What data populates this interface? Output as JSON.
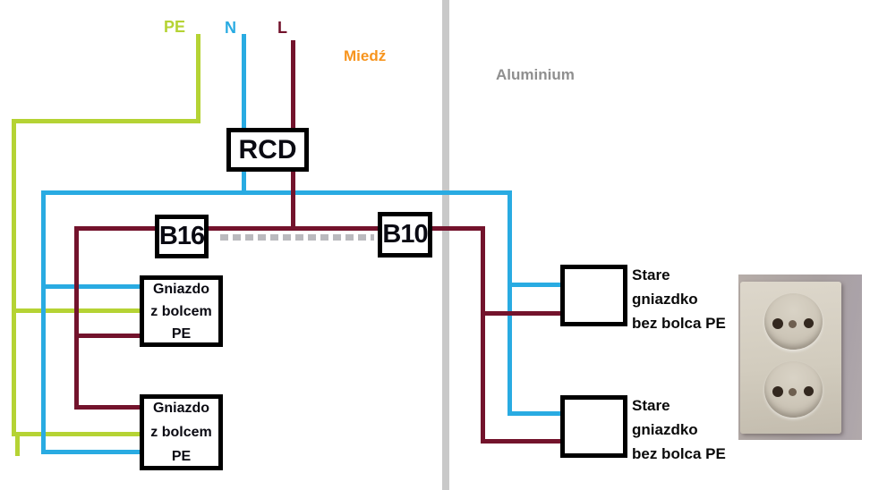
{
  "labels": {
    "pe": "PE",
    "n": "N",
    "l": "L",
    "miedz": "Miedź",
    "aluminium": "Aluminium"
  },
  "colors": {
    "pe_wire": "#b5d334",
    "n_wire": "#29abe2",
    "l_wire": "#73132c",
    "miedz_label": "#f7941d",
    "aluminium_label": "#8f8f8f",
    "divider": "#c9c9c9"
  },
  "boxes": {
    "rcd": {
      "label": "RCD"
    },
    "b16": {
      "label": "B16"
    },
    "b10": {
      "label": "B10"
    },
    "socket_pe_1": {
      "lines": [
        "Gniazdo",
        "z bolcem",
        "PE"
      ]
    },
    "socket_pe_2": {
      "lines": [
        "Gniazdo",
        "z bolcem",
        "PE"
      ]
    },
    "old_socket_1": {
      "lines": [
        "Stare",
        "gniazdko",
        "bez bolca PE"
      ]
    },
    "old_socket_2": {
      "lines": [
        "Stare",
        "gniazdko",
        "bez bolca PE"
      ]
    }
  }
}
